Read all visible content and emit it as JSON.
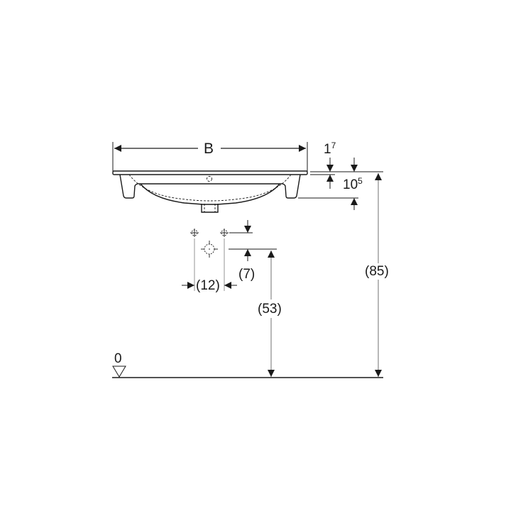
{
  "diagram": {
    "type": "washbasin technical dimension drawing",
    "labels": {
      "width": "B",
      "rim_thickness_main": "1",
      "rim_thickness_sup": "7",
      "depth_main": "10",
      "depth_sup": "5",
      "waste_offset": "(7)",
      "tap_hole_spacing": "(12)",
      "waste_height": "(53)",
      "total_height": "(85)",
      "floor_level": "0"
    },
    "colors": {
      "line": "#1a1a1a",
      "dimension_line": "#888888",
      "background": "#ffffff"
    }
  }
}
